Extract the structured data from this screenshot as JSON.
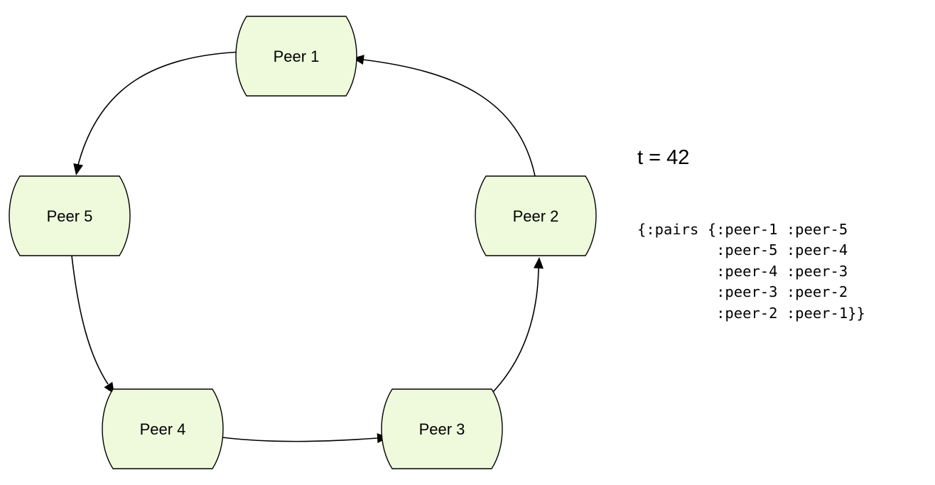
{
  "nodes": [
    {
      "id": "peer-1",
      "label": "Peer 1"
    },
    {
      "id": "peer-2",
      "label": "Peer 2"
    },
    {
      "id": "peer-3",
      "label": "Peer 3"
    },
    {
      "id": "peer-4",
      "label": "Peer 4"
    },
    {
      "id": "peer-5",
      "label": "Peer 5"
    }
  ],
  "edges": [
    {
      "from": "peer-1",
      "to": "peer-5"
    },
    {
      "from": "peer-5",
      "to": "peer-4"
    },
    {
      "from": "peer-4",
      "to": "peer-3"
    },
    {
      "from": "peer-3",
      "to": "peer-2"
    },
    {
      "from": "peer-2",
      "to": "peer-1"
    }
  ],
  "time_label": "t = 42",
  "pairs_text": "{:pairs {:peer-1 :peer-5\n         :peer-5 :peer-4\n         :peer-4 :peer-3\n         :peer-3 :peer-2\n         :peer-2 :peer-1}}",
  "colors": {
    "node_fill": "#eefadb",
    "stroke": "#000000"
  }
}
